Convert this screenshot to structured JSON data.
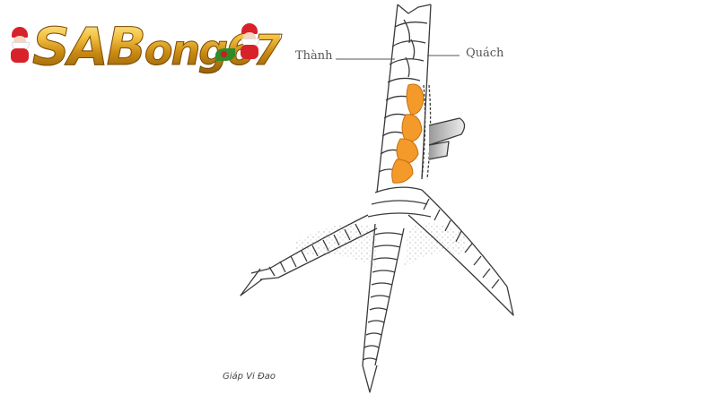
{
  "brand": {
    "logo_text_prefix": "SAB",
    "logo_text_suffix": "ong67",
    "logo_full": "SABong67",
    "colors": {
      "gold": "#e0a524",
      "gold_dark": "#8a5a08",
      "santa_red": "#d8222a"
    }
  },
  "diagram": {
    "subject": "rooster-leg-scales",
    "labels": {
      "left": "Thành",
      "right": "Quách"
    },
    "caption": "Giáp Vi Đao",
    "colors": {
      "highlight": "#f39a2a",
      "outline": "#3a3a3a",
      "stipple": "#bdbdbd",
      "background": "#ffffff"
    }
  }
}
